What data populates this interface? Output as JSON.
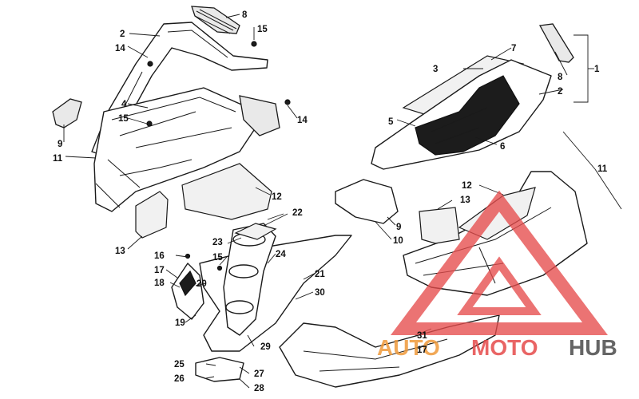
{
  "callouts": {
    "c1": "1",
    "c2a": "2",
    "c2b": "2",
    "c3": "3",
    "c4": "4",
    "c5": "5",
    "c6": "6",
    "c7": "7",
    "c8a": "8",
    "c8b": "8",
    "c9a": "9",
    "c9b": "9",
    "c10": "10",
    "c11a": "11",
    "c11b": "11",
    "c12a": "12",
    "c12b": "12",
    "c13a": "13",
    "c13b": "13",
    "c14a": "14",
    "c14b": "14",
    "c15a": "15",
    "c15b": "15",
    "c15c": "15",
    "c16": "16",
    "c17a": "17",
    "c17b": "17",
    "c18": "18",
    "c19": "19",
    "c20": "20",
    "c21": "21",
    "c22": "22",
    "c23": "23",
    "c24": "24",
    "c25": "25",
    "c26": "26",
    "c27": "27",
    "c28": "28",
    "c29": "29",
    "c30": "30",
    "c31": "31"
  },
  "watermark": {
    "part1": "AUTO",
    "part2": "MOTO",
    "part3": "HUB",
    "colors": {
      "triangle": "#e64b4b",
      "auto": "#ef9a3a",
      "moto": "#e64b4b",
      "hub": "#555555"
    }
  }
}
